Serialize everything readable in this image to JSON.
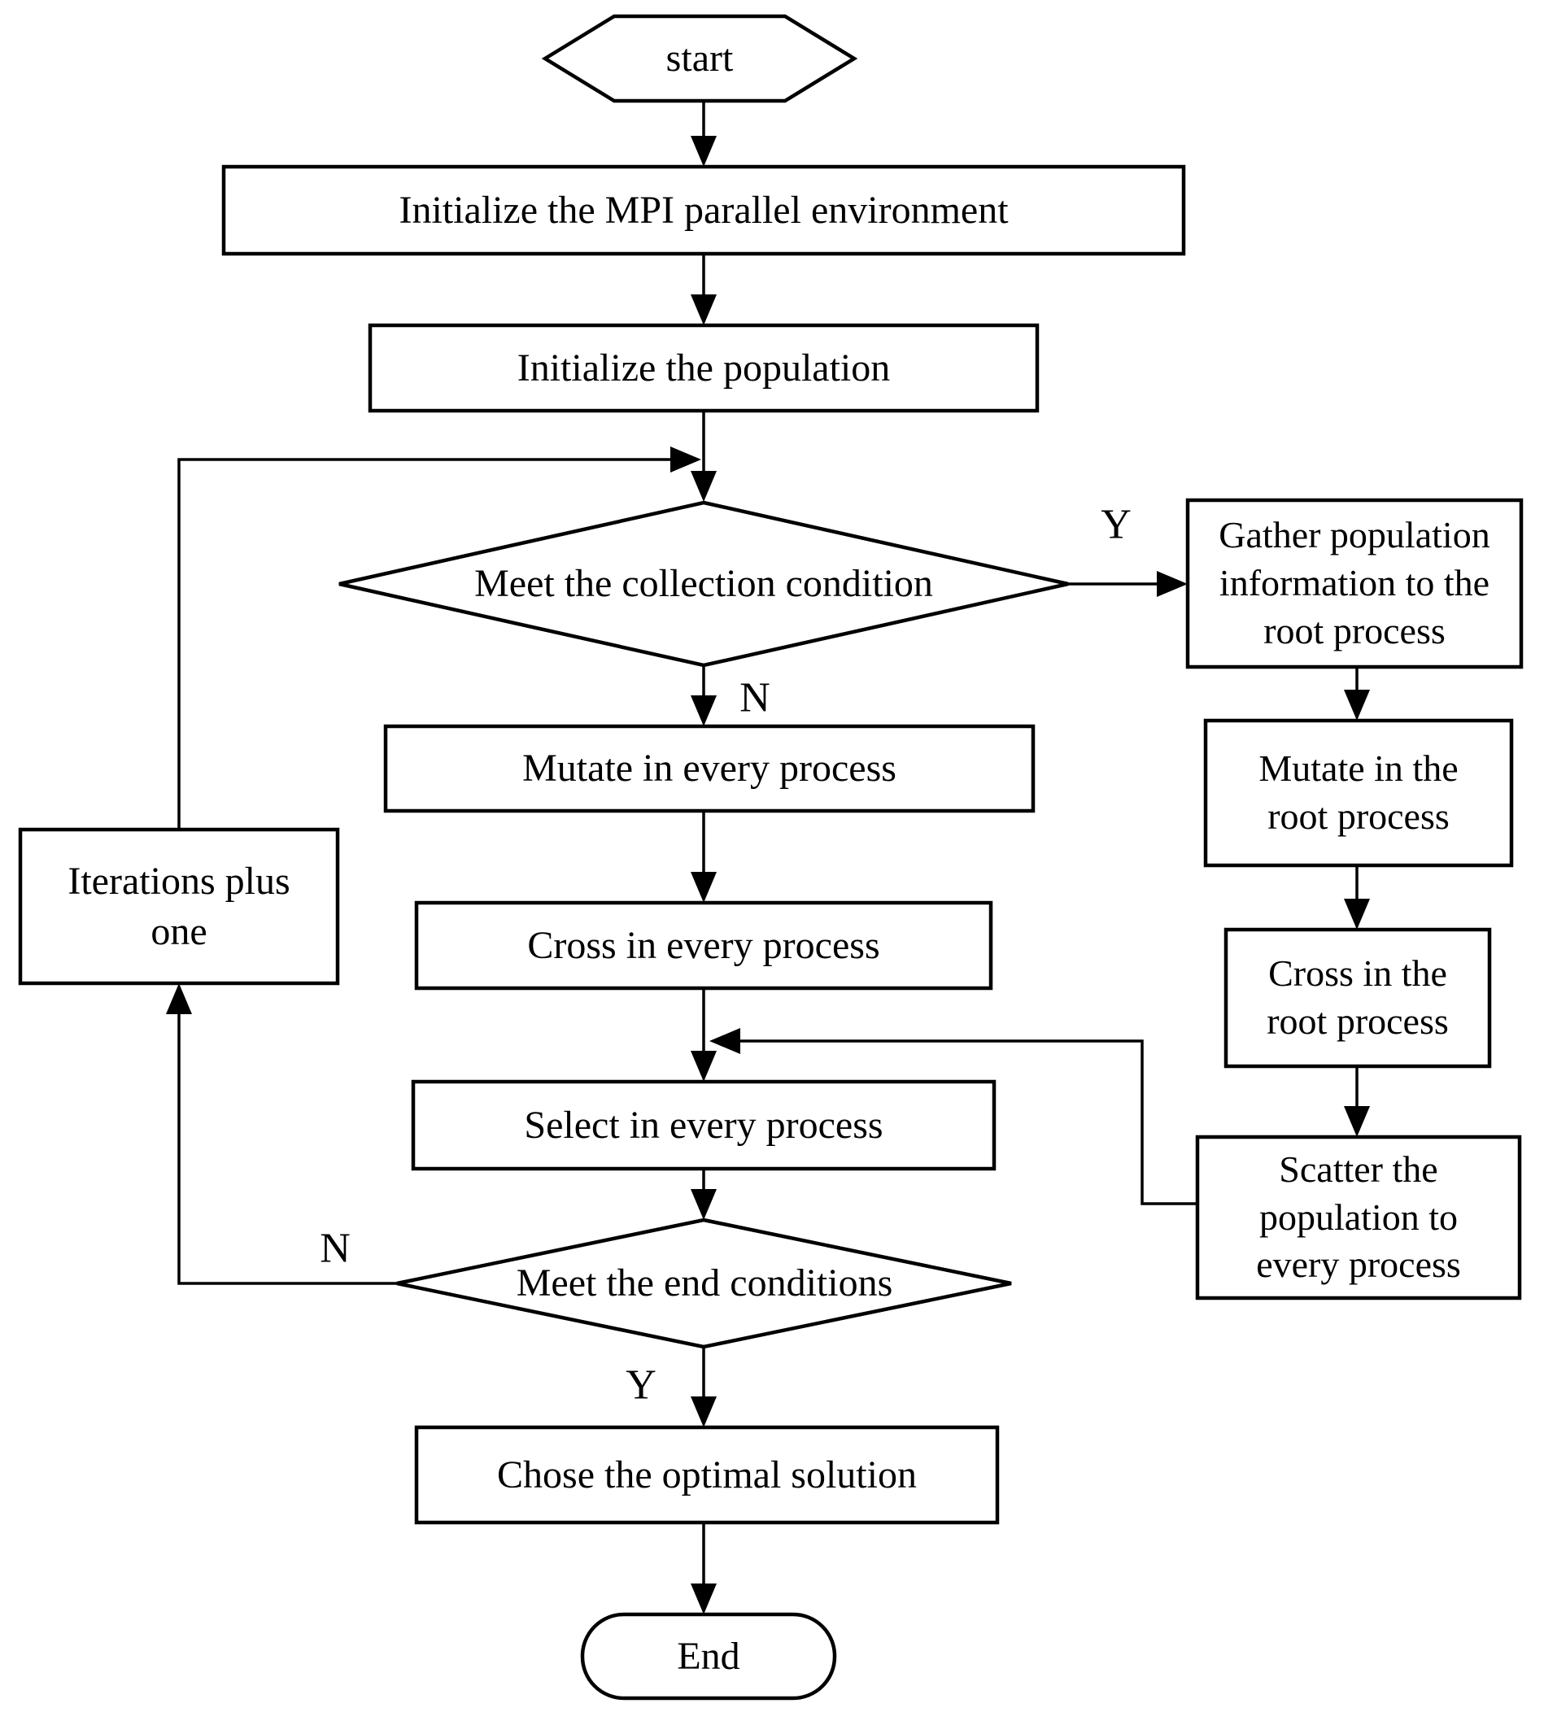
{
  "flowchart": {
    "background_color": "#ffffff",
    "stroke_color": "#000000",
    "nodes": {
      "start": {
        "label": "start",
        "shape": "hexagon"
      },
      "init_mpi": {
        "label": "Initialize the MPI parallel environment",
        "shape": "rectangle"
      },
      "init_population": {
        "label": "Initialize the population",
        "shape": "rectangle"
      },
      "collection_condition": {
        "label": "Meet the collection condition",
        "shape": "diamond"
      },
      "gather": {
        "label": "Gather population information to the root process",
        "shape": "rectangle"
      },
      "mutate_root": {
        "label": "Mutate in the root process",
        "shape": "rectangle"
      },
      "cross_root": {
        "label": "Cross in the root process",
        "shape": "rectangle"
      },
      "scatter": {
        "label": "Scatter the population to every process",
        "shape": "rectangle"
      },
      "mutate_every": {
        "label": "Mutate in every process",
        "shape": "rectangle"
      },
      "cross_every": {
        "label": "Cross in every process",
        "shape": "rectangle"
      },
      "select_every": {
        "label": "Select in every process",
        "shape": "rectangle"
      },
      "end_condition": {
        "label": "Meet the end conditions",
        "shape": "diamond"
      },
      "iterations": {
        "label": "Iterations plus one",
        "shape": "rectangle"
      },
      "choose_optimal": {
        "label": "Chose the optimal solution",
        "shape": "rectangle"
      },
      "end": {
        "label": "End",
        "shape": "stadium"
      }
    },
    "edge_labels": {
      "collection_yes": "Y",
      "collection_no": "N",
      "end_no": "N",
      "end_yes": "Y"
    }
  }
}
